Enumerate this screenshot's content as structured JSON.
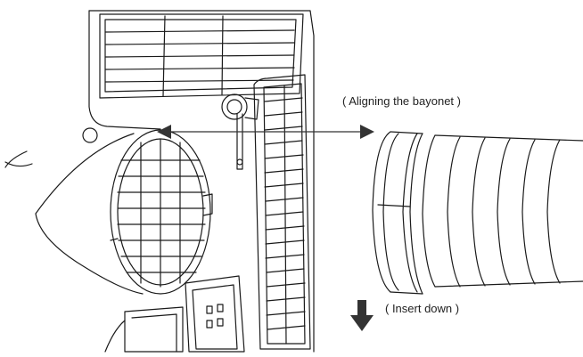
{
  "labels": {
    "align": "( Aligning the bayonet )",
    "insert": "( Insert down )"
  },
  "colors": {
    "line": "#1a1a1a",
    "background": "#ffffff",
    "arrow": "#333333"
  },
  "icons": {
    "horizontal_arrow": "double-headed-arrow",
    "down_arrow": "arrow-down-icon"
  }
}
